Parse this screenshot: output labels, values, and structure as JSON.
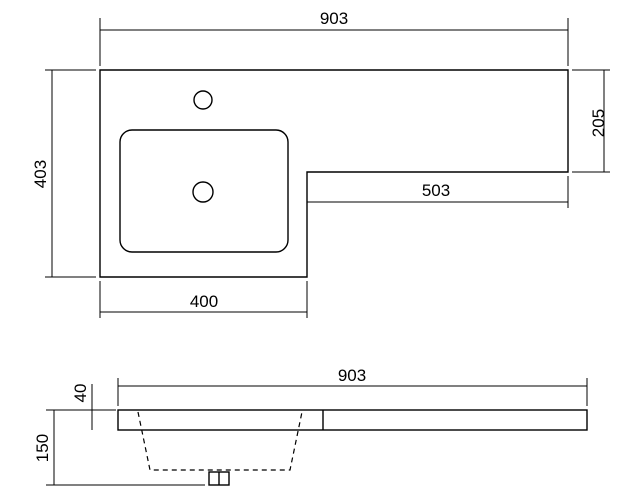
{
  "dimensions": {
    "top_width": "903",
    "total_depth": "403",
    "right_depth": "205",
    "right_width": "503",
    "basin_width": "400",
    "side_width": "903",
    "side_thickness": "40",
    "side_height": "150"
  }
}
